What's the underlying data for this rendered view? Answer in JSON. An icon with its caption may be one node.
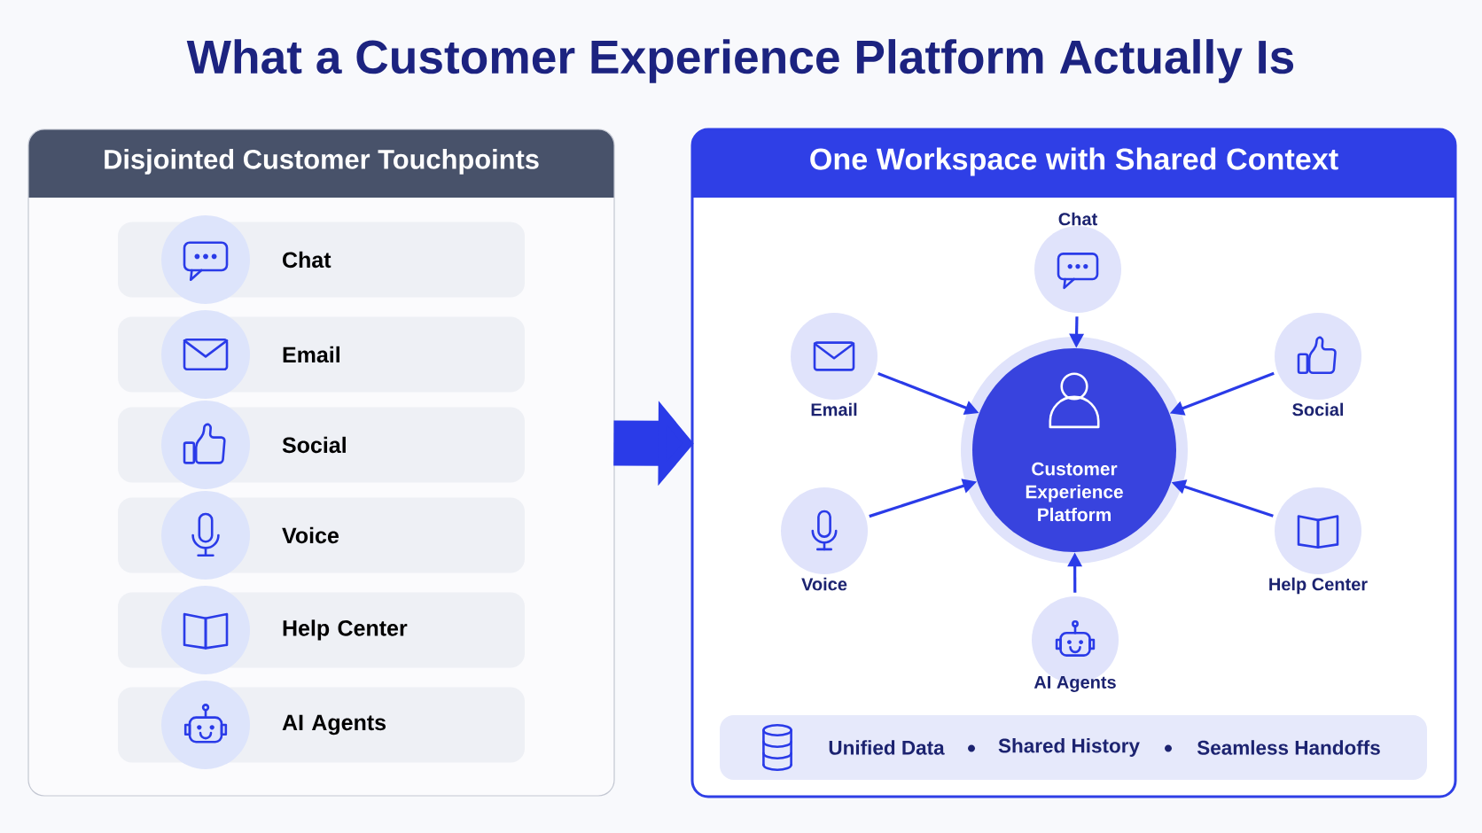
{
  "diagram": {
    "title": "What a Customer Experience Platform Actually Is",
    "nodes": [
      {
        "text": [
          "Disjointed Customer Touchpoints"
        ]
      },
      {
        "text": [
          "Chat"
        ],
        "in": 0
      },
      {
        "text": [
          "Email"
        ],
        "in": 0
      },
      {
        "text": [
          "Social"
        ],
        "in": 0
      },
      {
        "text": [
          "Voice"
        ],
        "in": 0
      },
      {
        "text": [
          "Help Center"
        ],
        "in": 0
      },
      {
        "text": [
          "AI Agents"
        ],
        "in": 0
      },
      {
        "text": [
          "One Workspace with Shared Context"
        ]
      },
      {
        "text": [
          "Customer Experience Platform"
        ],
        "in": 7
      },
      {
        "text": [
          "Chat"
        ],
        "in": 7
      },
      {
        "text": [
          "Email"
        ],
        "in": 7
      },
      {
        "text": [
          "Social"
        ],
        "in": 7
      },
      {
        "text": [
          "Voice"
        ],
        "in": 7
      },
      {
        "text": [
          "Help Center"
        ],
        "in": 7
      },
      {
        "text": [
          "AI Agents"
        ],
        "in": 7
      },
      {
        "text": [
          "Unified Data",
          "Shared History",
          "Seamless Handoffs"
        ],
        "in": 7
      }
    ],
    "edges": [
      {
        "from": 0,
        "to": 7,
        "arrow": "to",
        "style": "thick"
      },
      {
        "from": 9,
        "to": 8,
        "arrow": "to"
      },
      {
        "from": 10,
        "to": 8,
        "arrow": "to"
      },
      {
        "from": 11,
        "to": 8,
        "arrow": "to"
      },
      {
        "from": 12,
        "to": 8,
        "arrow": "to"
      },
      {
        "from": 13,
        "to": 8,
        "arrow": "to"
      },
      {
        "from": 14,
        "to": 8,
        "arrow": "to"
      }
    ]
  }
}
